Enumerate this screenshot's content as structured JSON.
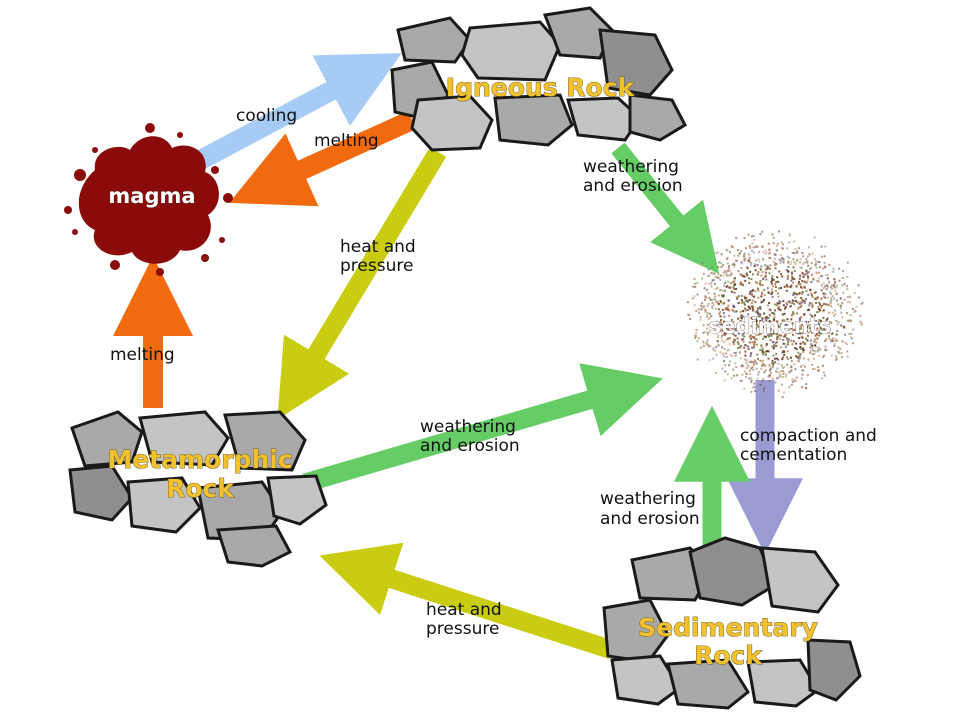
{
  "nodes": {
    "igneous": {
      "label": "Igneous Rock"
    },
    "magma": {
      "label": "magma"
    },
    "sediments": {
      "label": "sediments"
    },
    "metamorphic": {
      "label_line1": "Metamorphic",
      "label_line2": "Rock"
    },
    "sedimentary": {
      "label_line1": "Sedimentary",
      "label_line2": "Rock"
    }
  },
  "processes": {
    "cooling": {
      "label": "cooling"
    },
    "melting_igneous": {
      "label": "melting"
    },
    "weathering_igneous": {
      "line1": "weathering",
      "line2": "and erosion"
    },
    "heat_pressure_igneous": {
      "line1": "heat and",
      "line2": "pressure"
    },
    "melting_metamorphic": {
      "label": "melting"
    },
    "weathering_metamorphic": {
      "line1": "weathering",
      "line2": "and erosion"
    },
    "compaction": {
      "line1": "compaction and",
      "line2": "cementation"
    },
    "weathering_sedimentary": {
      "line1": "weathering",
      "line2": "and erosion"
    },
    "heat_pressure_sedimentary": {
      "line1": "heat and",
      "line2": "pressure"
    }
  },
  "colors": {
    "cooling_arrow": "#a6ccf5",
    "melting_arrow": "#f26a10",
    "weathering_arrow": "#66cc66",
    "heat_pressure_arrow": "#c9cc10",
    "compaction_arrow": "#9b9bd4",
    "magma": "#8b0a0a",
    "rock_label": "#f2c12e"
  }
}
